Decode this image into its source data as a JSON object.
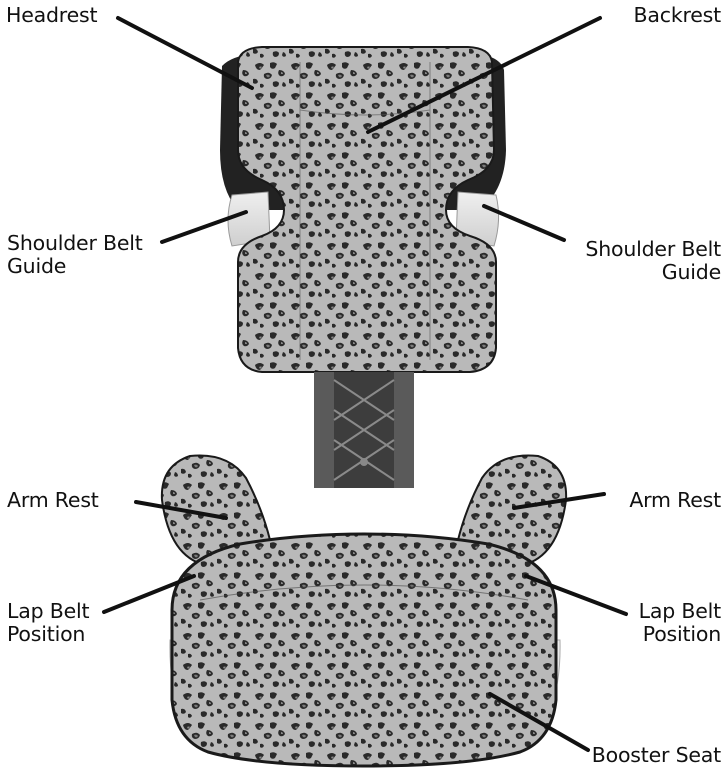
{
  "labels": {
    "headrest": "Headrest",
    "backrest": "Backrest",
    "shoulder_belt_guide_left": [
      "Shoulder Belt",
      "Guide"
    ],
    "shoulder_belt_guide_right": [
      "Shoulder Belt",
      "Guide"
    ],
    "arm_rest_left": "Arm Rest",
    "arm_rest_right": "Arm Rest",
    "lap_belt_position_left": [
      "Lap Belt",
      "Position"
    ],
    "lap_belt_position_right": [
      "Lap Belt",
      "Position"
    ],
    "booster_seat": "Booster Seat"
  },
  "colors": {
    "ink": "#111111",
    "fabric_base": "#b9b9b9",
    "spot_outline": "#2a2a2a",
    "spot_center": "#7a7a7a",
    "shell": "#e4e4e4",
    "strap": "#4a4a4a"
  }
}
